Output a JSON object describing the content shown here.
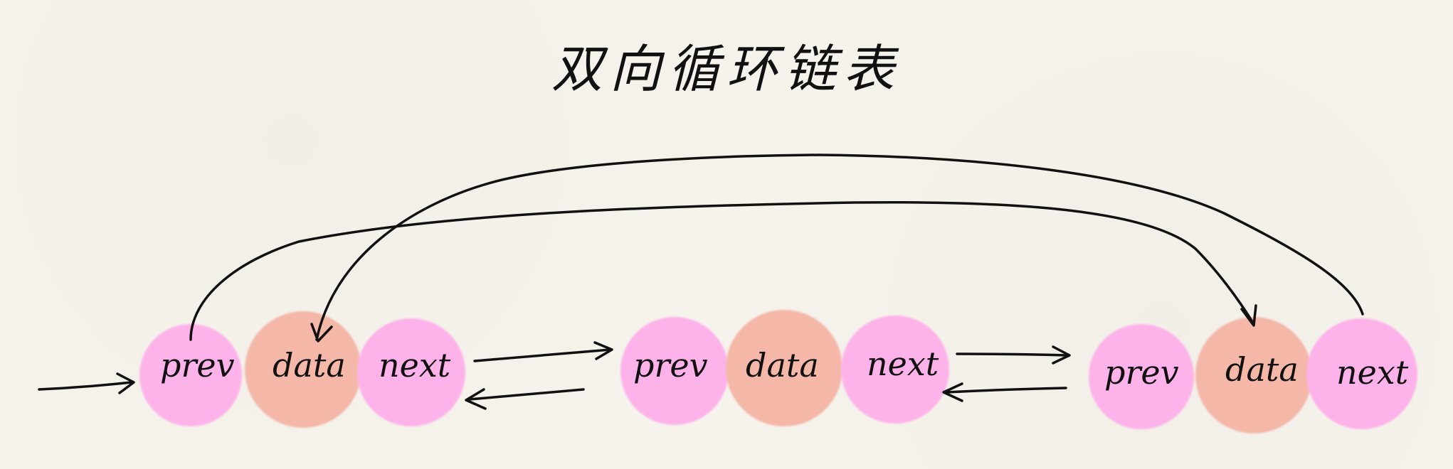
{
  "title": "双向循环链表",
  "colors": {
    "pointer_field": "#fdb2ea",
    "data_field": "#f4b7a8",
    "ink": "#111111",
    "background": "#f6f3ec"
  },
  "nodes": [
    {
      "prev": "prev",
      "data": "data",
      "next": "next"
    },
    {
      "prev": "prev",
      "data": "data",
      "next": "next"
    },
    {
      "prev": "prev",
      "data": "data",
      "next": "next"
    }
  ]
}
